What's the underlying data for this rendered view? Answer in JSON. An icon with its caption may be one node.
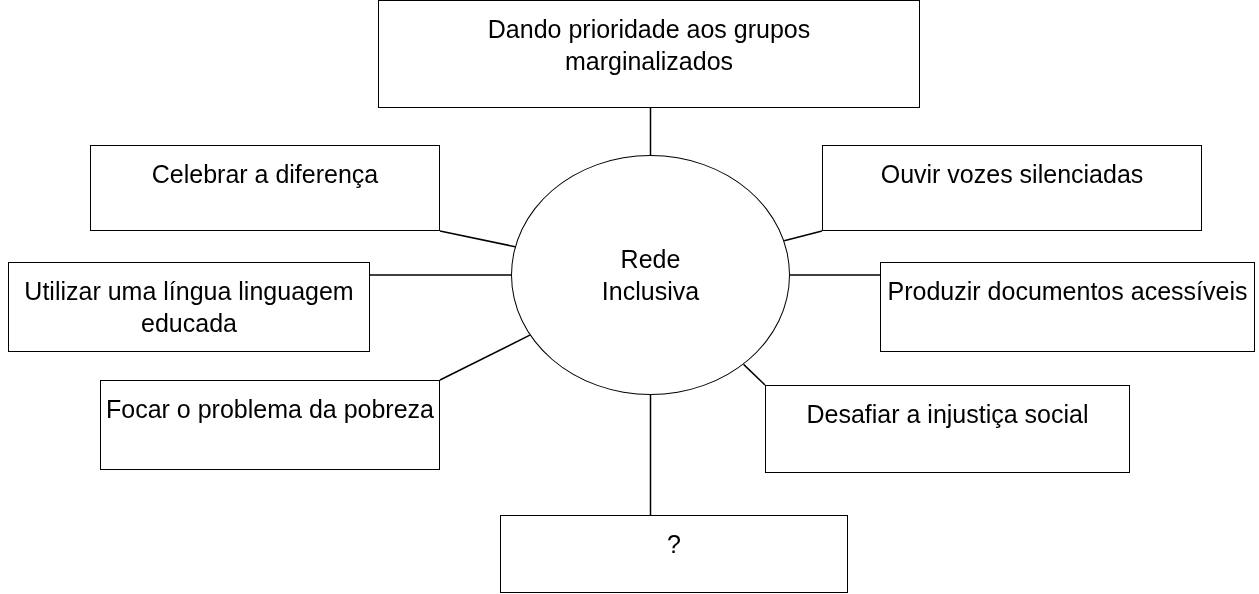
{
  "diagram": {
    "nodes": [
      {
        "text": [
          "Dando prioridade aos grupos marginalizados"
        ]
      },
      {
        "text": [
          "Celebrar a diferença"
        ]
      },
      {
        "text": [
          "Ouvir vozes silenciadas"
        ]
      },
      {
        "text": [
          "Rede Inclusiva"
        ]
      },
      {
        "text": [
          "Utilizar uma língua linguagem educada"
        ]
      },
      {
        "text": [
          "Produzir documentos acessíveis"
        ]
      },
      {
        "text": [
          "Focar o problema da pobreza"
        ]
      },
      {
        "text": [
          "Desafiar a injustiça social"
        ]
      },
      {
        "text": [
          "?"
        ]
      }
    ],
    "edges": [
      {
        "from": 3,
        "to": 0,
        "arrow": "none"
      },
      {
        "from": 3,
        "to": 1,
        "arrow": "none"
      },
      {
        "from": 3,
        "to": 2,
        "arrow": "none"
      },
      {
        "from": 3,
        "to": 4,
        "arrow": "none"
      },
      {
        "from": 3,
        "to": 5,
        "arrow": "none"
      },
      {
        "from": 3,
        "to": 6,
        "arrow": "none"
      },
      {
        "from": 3,
        "to": 7,
        "arrow": "none"
      },
      {
        "from": 3,
        "to": 8,
        "arrow": "none"
      }
    ]
  }
}
